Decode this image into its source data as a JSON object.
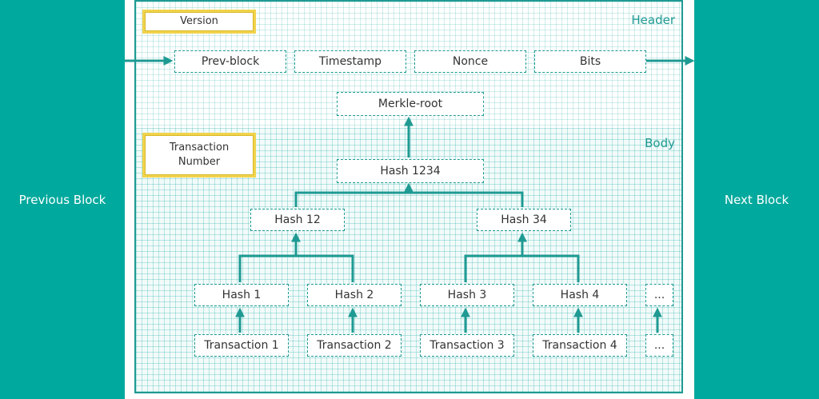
{
  "blocks": {
    "previous": "Previous Block",
    "next": "Next Block"
  },
  "header": {
    "label": "Header",
    "version": "Version",
    "fields": [
      "Prev-block",
      "Timestamp",
      "Nonce",
      "Bits"
    ]
  },
  "body": {
    "label": "Body",
    "transaction_number": "Transaction\nNumber",
    "merkle_root": "Merkle-root",
    "hash_1234": "Hash 1234",
    "hash_12": "Hash 12",
    "hash_34": "Hash 34",
    "leaf_hashes": [
      "Hash 1",
      "Hash 2",
      "Hash 3",
      "Hash 4",
      "..."
    ],
    "transactions": [
      "Transaction 1",
      "Transaction 2",
      "Transaction 3",
      "Transaction 4",
      "..."
    ]
  },
  "colors": {
    "teal": "#00a99d",
    "line": "#1f9a93",
    "yellow": "#f1d34c"
  }
}
